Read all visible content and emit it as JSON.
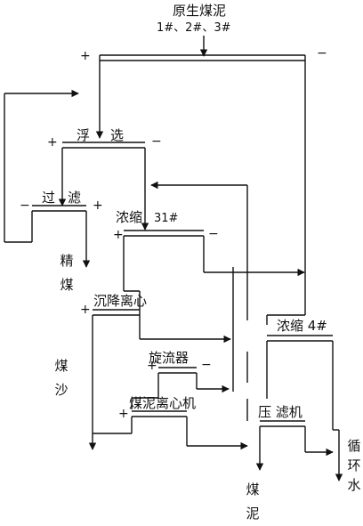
{
  "title": "原生煤泥",
  "feed": "1#、2#、3#",
  "equipment": {
    "flotation": [
      "浮",
      "选"
    ],
    "filter": [
      "过",
      "滤"
    ],
    "thickener31": "浓缩",
    "thickener31_no": "31#",
    "sed_centrifuge": "沉降离心",
    "hydrocyclone": "旋流器",
    "slime_centrifuge": "煤泥离心机",
    "thickener4": "浓缩 4#",
    "filter_press": "压 滤机"
  },
  "products": {
    "clean_coal": "精煤",
    "coal_sand": "煤沙",
    "coal_slime": "煤泥",
    "circulating_water": "循环水"
  },
  "signs": {
    "plus": "+",
    "minus": "−"
  }
}
